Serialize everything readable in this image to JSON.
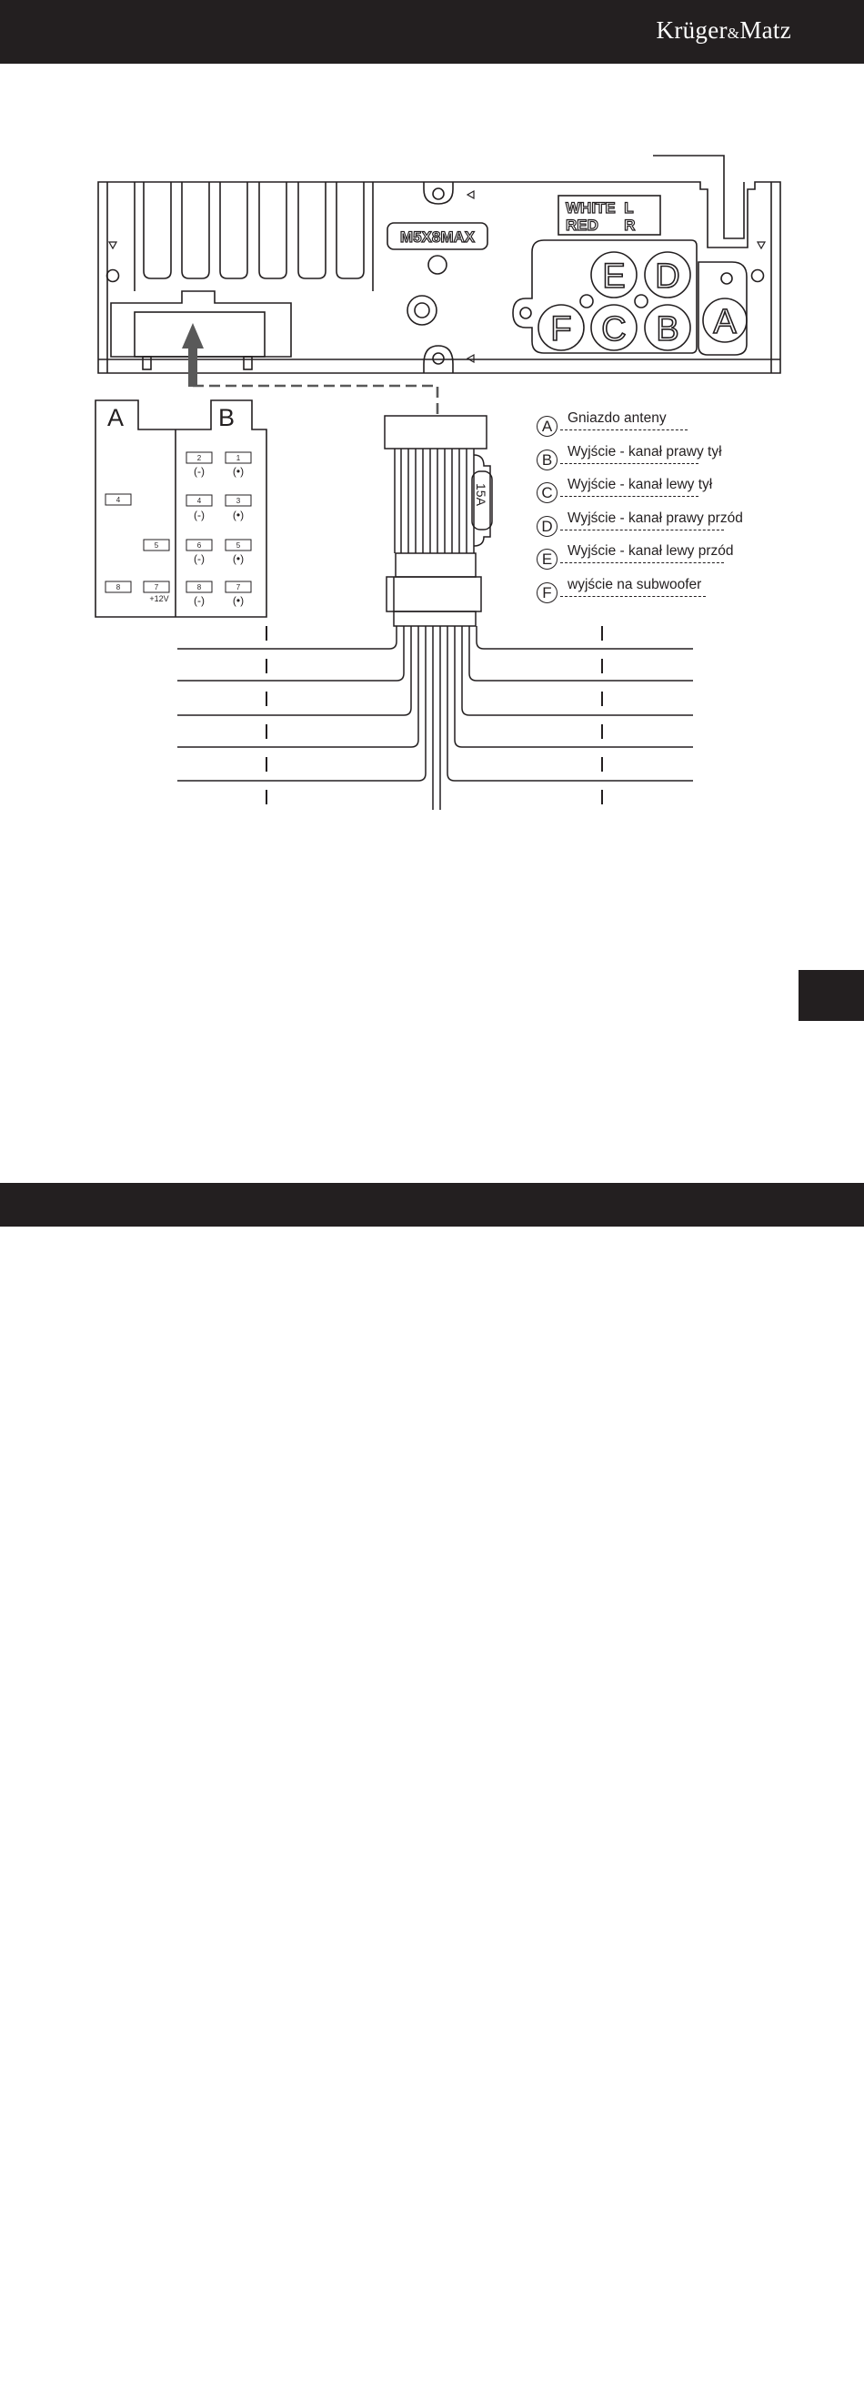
{
  "header": {
    "brand_main": "Krüger",
    "brand_amp": "&",
    "brand_end": "Matz"
  },
  "unit": {
    "model_label": "M5X8MAX",
    "channel_top": "WHITE  L",
    "channel_bottom": "RED      R",
    "jacks": [
      "E",
      "D",
      "F",
      "C",
      "B",
      "A"
    ]
  },
  "connector_a": {
    "label": "A",
    "pins": [
      "4",
      "5",
      "8",
      "7"
    ],
    "voltage": "+12V"
  },
  "connector_b": {
    "label": "B",
    "pins": [
      {
        "num": "2",
        "pol": "(-)"
      },
      {
        "num": "1",
        "pol": "(•)"
      },
      {
        "num": "4",
        "pol": "(-)"
      },
      {
        "num": "3",
        "pol": "(•)"
      },
      {
        "num": "6",
        "pol": "(-)"
      },
      {
        "num": "5",
        "pol": "(•)"
      },
      {
        "num": "8",
        "pol": "(-)"
      },
      {
        "num": "7",
        "pol": "(•)"
      }
    ]
  },
  "fuse": {
    "label": "15A"
  },
  "legend": [
    {
      "letter": "A",
      "text": "Gniazdo anteny"
    },
    {
      "letter": "B",
      "text": "Wyjście - kanał prawy tył"
    },
    {
      "letter": "C",
      "text": "Wyjście - kanał lewy tył"
    },
    {
      "letter": "D",
      "text": "Wyjście - kanał prawy przód"
    },
    {
      "letter": "E",
      "text": "Wyjście - kanał lewy przód"
    },
    {
      "letter": "F",
      "text": "wyjście na subwoofer"
    }
  ],
  "colors": {
    "ink": "#231f20",
    "bar": "#231f20",
    "arrow": "#595959"
  }
}
